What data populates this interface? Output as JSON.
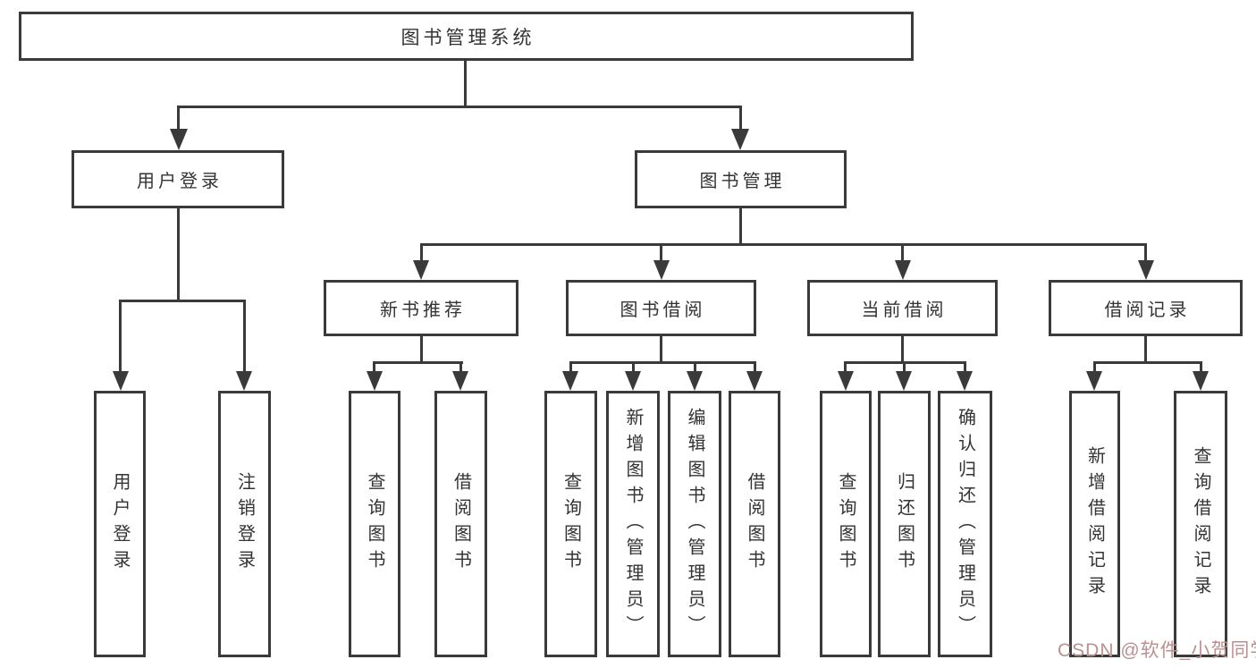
{
  "tree": {
    "root": {
      "label": "图书管理系统",
      "children": [
        {
          "label": "用户登录",
          "children": [
            {
              "label": "用户登录"
            },
            {
              "label": "注销登录"
            }
          ]
        },
        {
          "label": "图书管理",
          "children": [
            {
              "label": "新书推荐",
              "children": [
                {
                  "label": "查询图书"
                },
                {
                  "label": "借阅图书"
                }
              ]
            },
            {
              "label": "图书借阅",
              "children": [
                {
                  "label": "查询图书"
                },
                {
                  "label": "新增图书（管理员）"
                },
                {
                  "label": "编辑图书（管理员）"
                },
                {
                  "label": "借阅图书"
                }
              ]
            },
            {
              "label": "当前借阅",
              "children": [
                {
                  "label": "查询图书"
                },
                {
                  "label": "归还图书"
                },
                {
                  "label": "确认归还（管理员）"
                }
              ]
            },
            {
              "label": "借阅记录",
              "children": [
                {
                  "label": "新增借阅记录"
                },
                {
                  "label": "查询借阅记录"
                }
              ]
            }
          ]
        }
      ]
    }
  },
  "watermark": {
    "text": "CSDN @软件_小贺同学"
  },
  "colors": {
    "line": "#3a3a3a",
    "text": "#333333",
    "box_background": "#ffffff",
    "page_background": "#ffffff",
    "watermark": "#bd8f8f"
  }
}
